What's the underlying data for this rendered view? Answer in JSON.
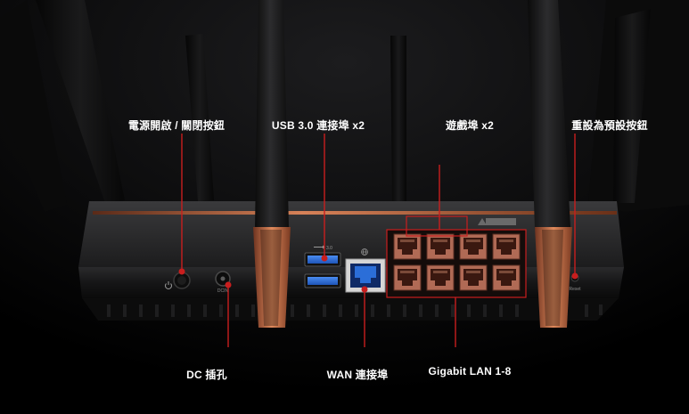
{
  "labels": {
    "power": "電源開啟 / 關閉按鈕",
    "usb": "USB 3.0 連接埠 x2",
    "gaming": "遊戲埠 x2",
    "reset": "重設為預設按鈕",
    "dc": "DC 插孔",
    "wan": "WAN 連接埠",
    "lan": "Gigabit LAN 1-8"
  },
  "panel_text": {
    "usb_mark": "3.0",
    "dc_mark": "DCIN",
    "reset_mark": "Reset"
  },
  "colors": {
    "background": "#000000",
    "accent_copper": "#c8704a",
    "callout_red": "#c81e1e",
    "label_text": "#ffffff",
    "usb_blue": "#2f6fd6",
    "wan_blue": "#1f5fc0",
    "lan_copper": "#b06a55"
  },
  "icons": [
    "power-icon",
    "usb-icon",
    "globe-icon",
    "gaming-icon"
  ]
}
